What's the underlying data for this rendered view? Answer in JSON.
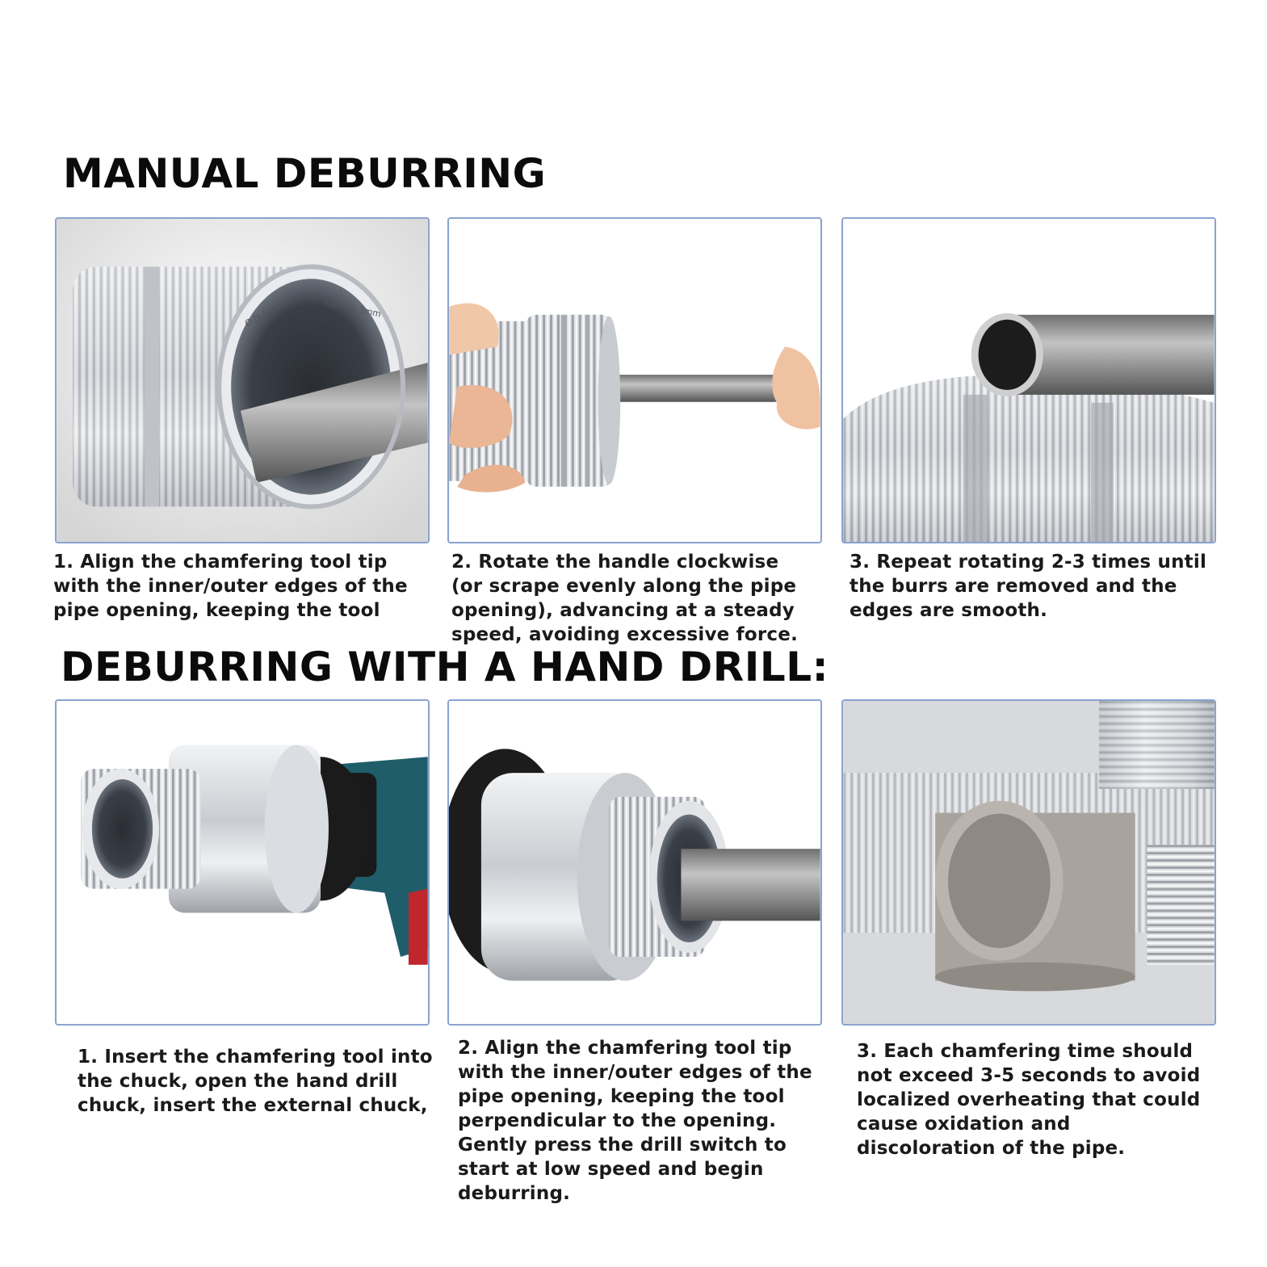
{
  "section_manual": {
    "heading": "MANUAL DEBURRING",
    "steps": [
      {
        "caption": "1. Align the chamfering tool tip with the inner/outer edges of the pipe opening, keeping the tool",
        "ring_text_od": "O.D.6-36mm",
        "ring_text_id": "I.D.min 3mm"
      },
      {
        "caption": "2. Rotate the handle clockwise (or scrape evenly along the pipe opening), advancing at a steady speed, avoiding excessive force."
      },
      {
        "caption": "3. Repeat rotating 2-3 times until the burrs are removed and the edges are smooth."
      }
    ]
  },
  "section_drill": {
    "heading": "DEBURRING WITH A HAND DRILL:",
    "steps": [
      {
        "caption": "1. Insert the chamfering tool into the chuck, open the hand drill chuck, insert the external chuck,"
      },
      {
        "caption": "2. Align the chamfering tool tip with the inner/outer edges of the pipe opening, keeping the tool perpendicular to the opening. Gently press the drill switch to start at low speed and begin deburring."
      },
      {
        "caption": "3. Each chamfering time should not exceed 3-5 seconds to avoid localized overheating that could cause oxidation and discoloration of the pipe."
      }
    ]
  },
  "colors": {
    "panel_border": "#8aa3cf",
    "aluminum": "#d9dbdf",
    "steel": "#9a9a9a",
    "drill_teal": "#1f5d6b",
    "drill_red": "#c0272d"
  }
}
